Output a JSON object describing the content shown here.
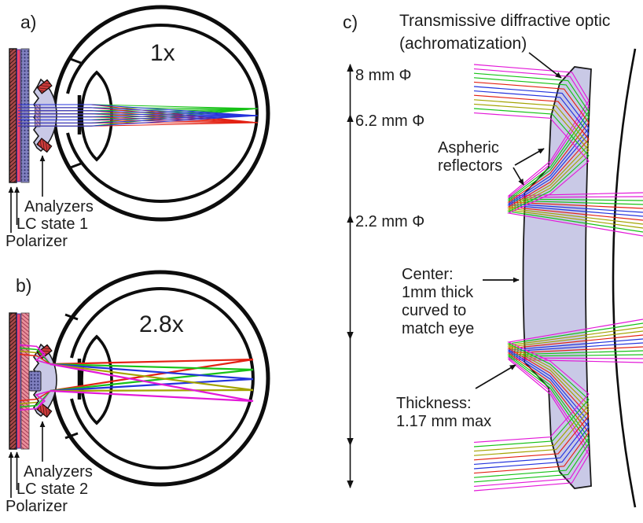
{
  "figure": {
    "panels": {
      "a": {
        "tag": "a)",
        "magnification": "1x",
        "analyzers": "Analyzers",
        "lc_state": "LC state 1",
        "polarizer": "Polarizer"
      },
      "b": {
        "tag": "b)",
        "magnification": "2.8x",
        "analyzers": "Analyzers",
        "lc_state": "LC state 2",
        "polarizer": "Polarizer"
      },
      "c": {
        "tag": "c)",
        "diffractive_optic": "Transmissive diffractive optic\n(achromatization)",
        "aspheric_reflectors": "Aspheric\nreflectors",
        "center_note": "Center:\n1mm thick\ncurved to\nmatch eye",
        "thickness_note": "Thickness:\n1.17 mm max",
        "dia_outer": "8 mm Φ",
        "dia_mid": "6.2 mm Φ",
        "dia_inner": "2.2 mm Φ"
      }
    }
  },
  "colors": {
    "outline": "#0d0d0d",
    "lens_fill": "#c9c9e6",
    "ray_red": "#e32214",
    "ray_green": "#17c217",
    "ray_blue": "#2433dd",
    "ray_magenta": "#e318d8",
    "ray_olive": "#a3a300",
    "polarizer_fill": "#a84848",
    "pink_strip": "#ee4468",
    "lc_state1_fill": "#8080c0",
    "lc_state2_fill": "#e98f9b",
    "analyzer_fill": "#cd3b3b"
  }
}
